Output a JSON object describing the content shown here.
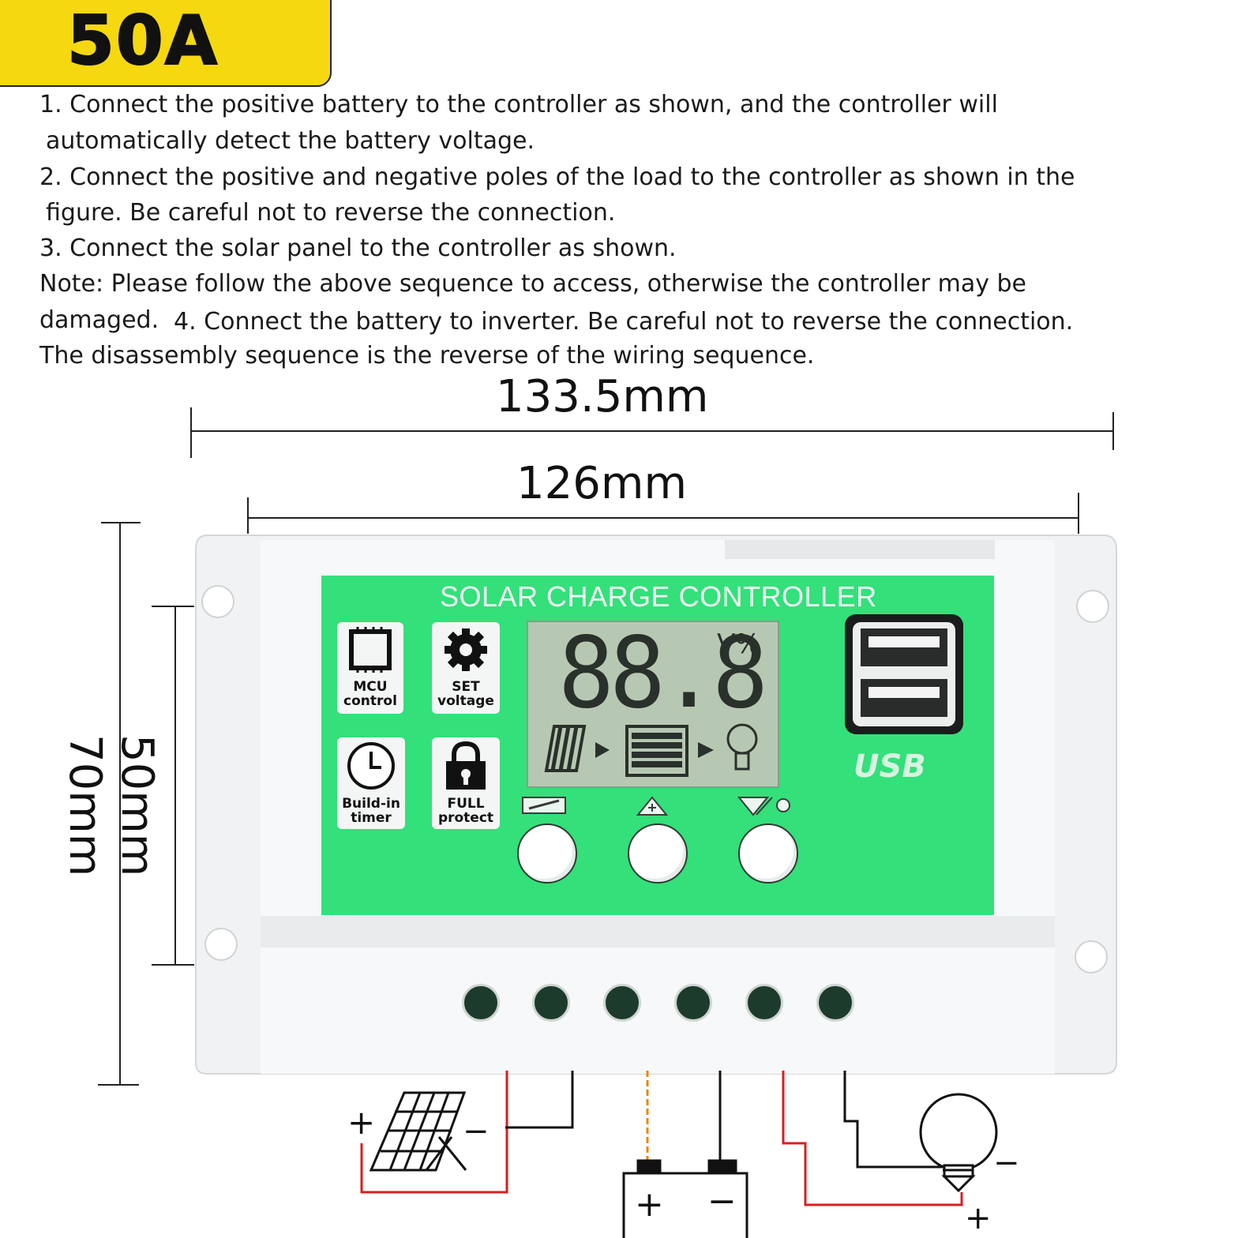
{
  "badge": {
    "text": "50A"
  },
  "instructions": {
    "line1": "1. Connect the positive battery to the controller as shown, and the controller will",
    "line1b": "automatically detect the battery voltage.",
    "line2": "2. Connect the positive and negative poles of the load to the controller as shown in the",
    "line2b": "figure. Be careful not to reverse the connection.",
    "line3": "3. Connect the solar panel to the controller as shown.",
    "note": "Note: Please follow the above sequence to access, otherwise the controller may be",
    "note_b": "damaged.",
    "line4": "4. Connect the battery to inverter. Be careful not to reverse the connection.",
    "line5": "The disassembly sequence is the reverse of the wiring sequence."
  },
  "dimensions": {
    "overall_width": "133.5mm",
    "inner_width": "126mm",
    "overall_height": "70mm",
    "inner_height": "50mm"
  },
  "controller": {
    "title": "SOLAR CHARGE CONTROLLER",
    "features": [
      {
        "icon": "chip-icon",
        "label_1": "MCU",
        "label_2": "control"
      },
      {
        "icon": "gear-icon",
        "label_1": "SET",
        "label_2": "voltage"
      },
      {
        "icon": "clock-icon",
        "label_1": "Build-in",
        "label_2": "timer"
      },
      {
        "icon": "lock-icon",
        "label_1": "FULL",
        "label_2": "protect"
      }
    ],
    "lcd": {
      "digits": "88.8",
      "unit": "V%"
    },
    "usb_label": "USB",
    "buttons": [
      "menu-button",
      "up-button",
      "down-light-button"
    ],
    "terminal_count": 6
  },
  "wiring": {
    "solar_plus": "+",
    "solar_minus": "−",
    "battery_plus": "+",
    "battery_minus": "−",
    "load_plus": "+",
    "load_minus": "−"
  },
  "colors": {
    "badge": "#f5d80f",
    "panel_green": "#33e07a",
    "wire_positive": "#d42020",
    "wire_battery_positive": "#e08a10",
    "wire_negative": "#111111"
  }
}
